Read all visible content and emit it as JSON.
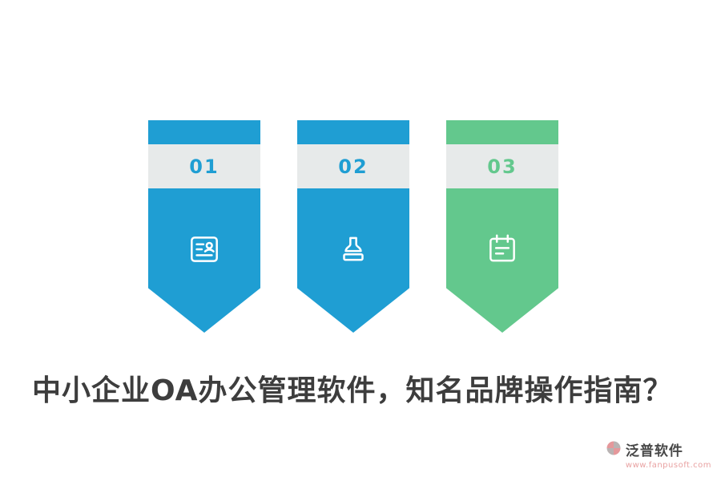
{
  "banners": [
    {
      "number": "01",
      "color": "#1f9ed3",
      "number_color": "#1f9ed3",
      "icon": "id-card-icon"
    },
    {
      "number": "02",
      "color": "#1f9ed3",
      "number_color": "#1f9ed3",
      "icon": "stamp-icon"
    },
    {
      "number": "03",
      "color": "#63c88d",
      "number_color": "#63c88d",
      "icon": "notepad-icon"
    }
  ],
  "headline": "中小企业OA办公管理软件，知名品牌操作指南？",
  "footer": {
    "brand": "泛普软件",
    "url": "www.fanpusoft.com"
  },
  "colors": {
    "band": "#e7eaea",
    "headline": "#3d3d3d",
    "url_pink": "#e9a2a2",
    "icon_stroke": "#ffffff",
    "background": "#ffffff"
  }
}
